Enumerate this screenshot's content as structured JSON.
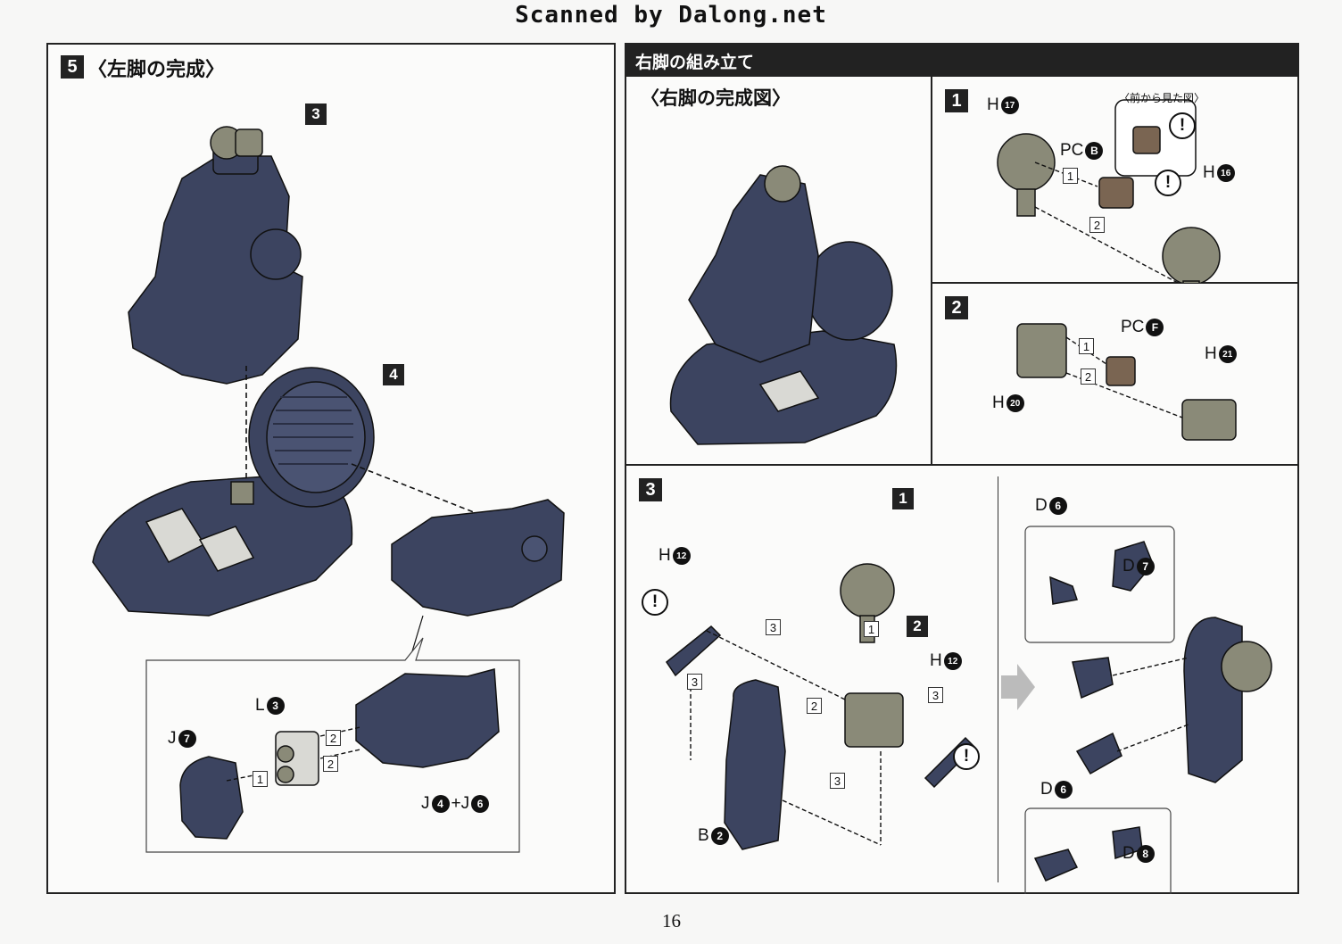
{
  "watermark": "Scanned by Dalong.net",
  "page_number": "16",
  "left_panel": {
    "step": "5",
    "title": "〈左脚の完成〉",
    "callouts": {
      "c3": "3",
      "c4": "4"
    },
    "detail_labels": {
      "j": "J",
      "j_num": "7",
      "l": "L",
      "l_num": "3",
      "j4": "J",
      "j4_num": "4",
      "plus": "+J",
      "j6_num": "6",
      "step1": "1",
      "step2a": "2",
      "step2b": "2"
    }
  },
  "right_section": {
    "header": "右脚の組み立て",
    "complete_title": "〈右脚の完成図〉",
    "step1": {
      "num": "1",
      "h17": "H",
      "h17_num": "17",
      "pcb": "PC",
      "pcb_letter": "B",
      "h16": "H",
      "h16_num": "16",
      "front_view": "〈前から見た図〉",
      "warn": "!",
      "s1": "1",
      "s2": "2"
    },
    "step2": {
      "num": "2",
      "pcf": "PC",
      "pcf_letter": "F",
      "h21": "H",
      "h21_num": "21",
      "h20": "H",
      "h20_num": "20",
      "s1": "1",
      "s2": "2"
    },
    "step3": {
      "num": "3",
      "callout1": "1",
      "callout2": "2",
      "h12a": "H",
      "h12a_num": "12",
      "h12b": "H",
      "h12b_num": "12",
      "b2": "B",
      "b2_num": "2",
      "warn": "!",
      "s1": "1",
      "s2": "2",
      "s3": "3",
      "d6a": "D",
      "d6a_num": "6",
      "d7": "D",
      "d7_num": "7",
      "d6b": "D",
      "d6b_num": "6",
      "d8": "D",
      "d8_num": "8"
    }
  },
  "colors": {
    "navy_part": "#3c4460",
    "khaki_part": "#8a8a78",
    "brown_part": "#7a6552",
    "light_part": "#d9d9d4",
    "ink": "#111111"
  }
}
